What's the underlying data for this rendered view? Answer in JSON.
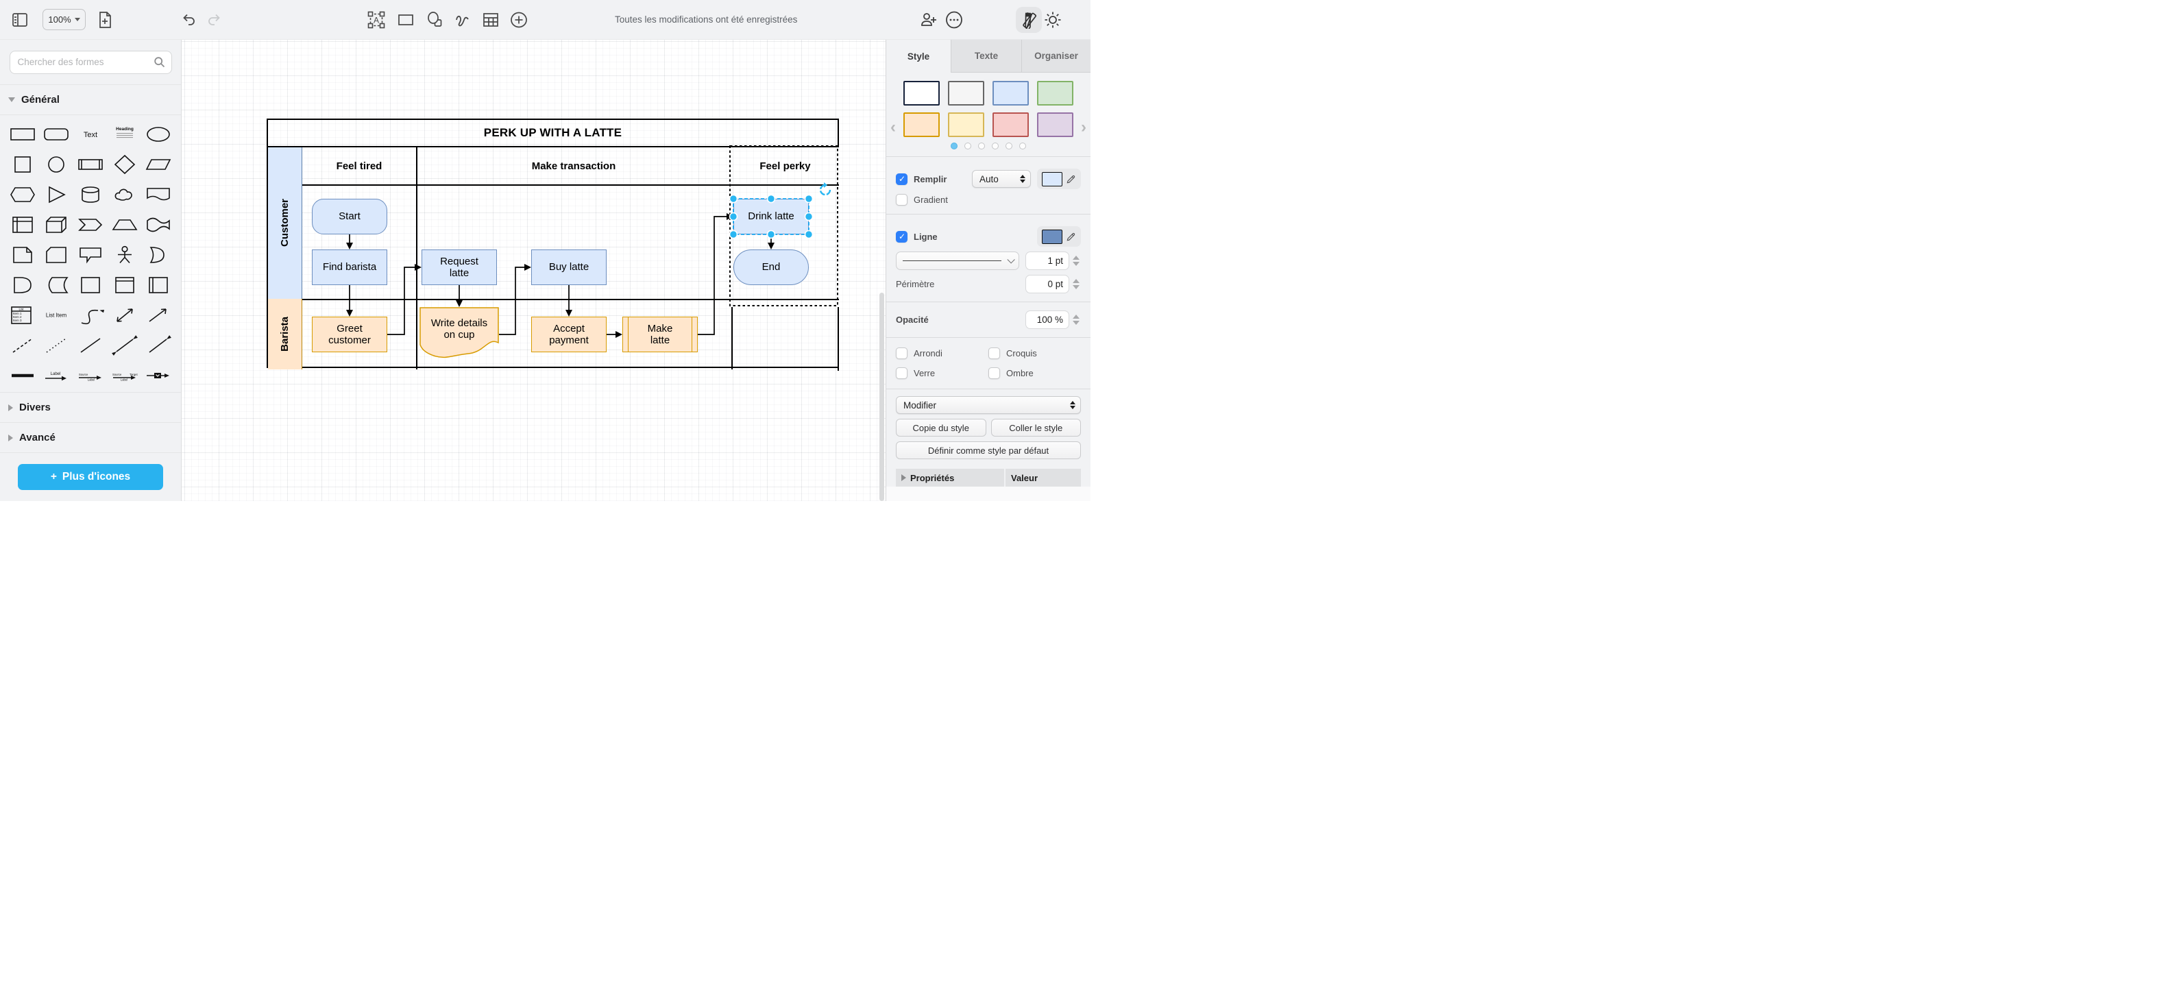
{
  "toolbar": {
    "zoom": "100%",
    "status": "Toutes les modifications ont été enregistrées"
  },
  "sidebar": {
    "search_placeholder": "Chercher des formes",
    "sections": {
      "general": "Général",
      "misc": "Divers",
      "advanced": "Avancé"
    },
    "plus": "+",
    "more_label": "Plus d'icones",
    "icon_texts": {
      "text": "Text",
      "heading": "Heading",
      "list": "List",
      "item1": "Item 1",
      "item2": "Item 2",
      "item3": "Item 3",
      "list_item": "List Item",
      "label": "Label",
      "source": "Source",
      "target": "Target"
    },
    "shapes": [
      "rectangle",
      "rounded-rectangle",
      "text",
      "heading",
      "ellipse",
      "square",
      "circle",
      "process",
      "diamond",
      "parallelogram",
      "hexagon",
      "triangle",
      "cylinder",
      "cloud",
      "document",
      "internal-storage",
      "cube",
      "step",
      "trapezoid",
      "tape",
      "note",
      "card",
      "callout",
      "actor",
      "or",
      "and",
      "data-storage",
      "container",
      "vertical-container",
      "horizontal-container",
      "list",
      "list-item",
      "curve",
      "bidirectional-arrow",
      "arrow",
      "dashed-line",
      "dotted-line",
      "line",
      "bidirectional-connector",
      "directional-connector",
      "link",
      "label-arrow",
      "source-label-arrow",
      "source-target-arrow",
      "box-arrow"
    ]
  },
  "canvas": {
    "title": "PERK UP WITH A LATTE",
    "phases": [
      "Feel tired",
      "Make transaction",
      "Feel perky"
    ],
    "lanes": [
      "Customer",
      "Barista"
    ],
    "nodes": [
      {
        "label": "Start"
      },
      {
        "label": "Find barista"
      },
      {
        "label": "Request\nlatte"
      },
      {
        "label": "Buy latte"
      },
      {
        "label": "Drink latte"
      },
      {
        "label": "End"
      },
      {
        "label": "Greet\ncustomer"
      },
      {
        "label": "Write details\non cup"
      },
      {
        "label": "Accept\npayment"
      },
      {
        "label": "Make\nlatte"
      }
    ],
    "colors": {
      "blue_fill": "#dae8fc",
      "blue_stroke": "#6c8ebf",
      "orange_fill": "#ffe6cc",
      "orange_stroke": "#d79b00",
      "selection": "#29b6f2"
    }
  },
  "panel": {
    "tabs": [
      "Style",
      "Texte",
      "Organiser"
    ],
    "swatches": [
      {
        "fill": "#ffffff",
        "stroke": "#16213a"
      },
      {
        "fill": "#f5f5f5",
        "stroke": "#666666"
      },
      {
        "fill": "#dae8fc",
        "stroke": "#6c8ebf"
      },
      {
        "fill": "#d5e8d4",
        "stroke": "#82b366"
      },
      {
        "fill": "#ffe6cc",
        "stroke": "#d79b00"
      },
      {
        "fill": "#fff2cc",
        "stroke": "#d6b656"
      },
      {
        "fill": "#f8cecc",
        "stroke": "#b85450"
      },
      {
        "fill": "#e1d5e7",
        "stroke": "#9673a6"
      }
    ],
    "dots": 6,
    "fill": {
      "label": "Remplir",
      "mode": "Auto",
      "gradient_label": "Gradient",
      "color": "#dae8fc"
    },
    "line": {
      "label": "Ligne",
      "width": "1 pt",
      "perimeter_label": "Périmètre",
      "perimeter": "0 pt",
      "color": "#6c8ebf"
    },
    "opacity": {
      "label": "Opacité",
      "value": "100 %"
    },
    "toggles": [
      "Arrondi",
      "Croquis",
      "Verre",
      "Ombre"
    ],
    "edit_label": "Modifier",
    "copy_label": "Copie du style",
    "paste_label": "Coller le style",
    "default_label": "Définir comme style par défaut",
    "properties_label": "Propriétés",
    "value_label": "Valeur"
  }
}
